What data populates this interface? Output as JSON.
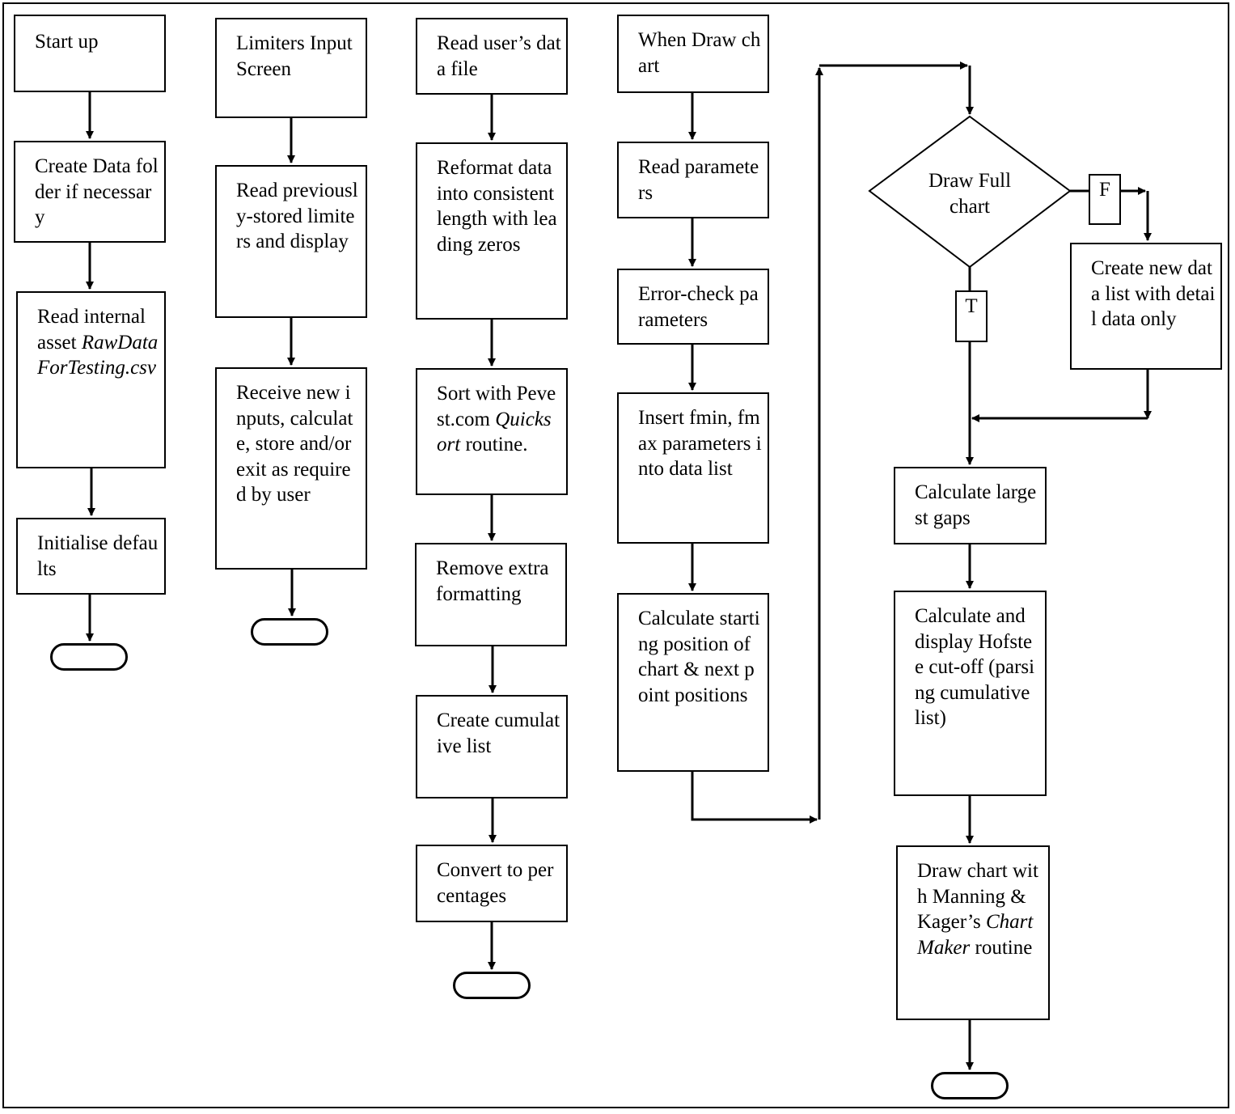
{
  "flowchart": {
    "col1": {
      "start_up": "Start up",
      "create_data_folder": "Create Data folder if necessary",
      "read_internal_asset_prefix": "Read internal asset ",
      "read_internal_asset_file": "RawDataForTesting.csv",
      "initialise_defaults": "Initialise defaults"
    },
    "col2": {
      "limiters_input_screen": "Limiters Input Screen",
      "read_previously_stored": "Read previously-stored limiters and display",
      "receive_new_inputs": "Receive new inputs, calculate, store and/or exit as required by user"
    },
    "col3": {
      "read_users_data_file": "Read user’s data file",
      "reformat_data": "Reformat data into consistent length with leading zeros",
      "sort_prefix": "Sort with Pevest.com ",
      "sort_routine_name": "Quicksort",
      "sort_suffix": " routine.",
      "remove_extra_formatting": "Remove extra formatting",
      "create_cumulative_list": "Create cumulative list",
      "convert_to_percentages": "Convert to percentages"
    },
    "col4": {
      "when_draw_chart": "When Draw chart",
      "read_parameters": "Read parameters",
      "error_check_parameters": "Error-check parameters",
      "insert_fmin_fmax": "Insert fmin, fmax parameters into data list",
      "calculate_starting_position": "Calculate starting position of chart & next point positions"
    },
    "col5": {
      "draw_full_chart": "Draw Full chart",
      "false_label": "F",
      "true_label": "T",
      "create_new_data_list": "Create new data list with detail data only",
      "calculate_largest_gaps": "Calculate largest gaps",
      "calculate_hofstee": "Calculate and display Hofstee cut-off (parsing cumulative list)",
      "draw_chart_prefix": "Draw chart with Manning & Kager’s ",
      "draw_chart_routine_name": "ChartMaker",
      "draw_chart_suffix": " routine"
    }
  }
}
